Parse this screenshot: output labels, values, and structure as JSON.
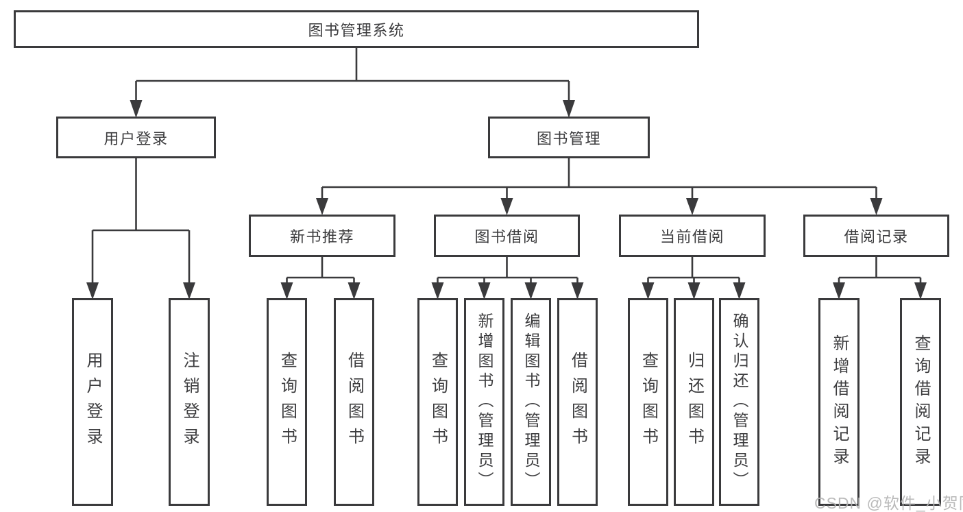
{
  "colors": {
    "background": "#ffffff",
    "line": "#3a3a3c",
    "box_border": "#3a3a3c",
    "text": "#3c3c3e",
    "watermark": "#b3b3b3"
  },
  "diagram": {
    "root": {
      "label": "图书管理系统"
    },
    "level2": [
      {
        "id": "user-login",
        "label": "用户登录"
      },
      {
        "id": "book-management",
        "label": "图书管理"
      }
    ],
    "level3": [
      {
        "id": "new-book-recommend",
        "label": "新书推荐"
      },
      {
        "id": "book-borrow",
        "label": "图书借阅"
      },
      {
        "id": "current-borrow",
        "label": "当前借阅"
      },
      {
        "id": "borrow-records",
        "label": "借阅记录"
      }
    ],
    "leaves": {
      "user_login": [
        "用户登录",
        "注销登录"
      ],
      "new_book_recommend": [
        "查询图书",
        "借阅图书"
      ],
      "book_borrow": [
        "查询图书",
        "新增图书（管理员）",
        "编辑图书（管理员）",
        "借阅图书"
      ],
      "current_borrow": [
        "查询图书",
        "归还图书",
        "确认归还（管理员）"
      ],
      "borrow_records": [
        "新增借阅记录",
        "查询借阅记录"
      ]
    }
  },
  "watermark": "CSDN @软件_小贺同学"
}
